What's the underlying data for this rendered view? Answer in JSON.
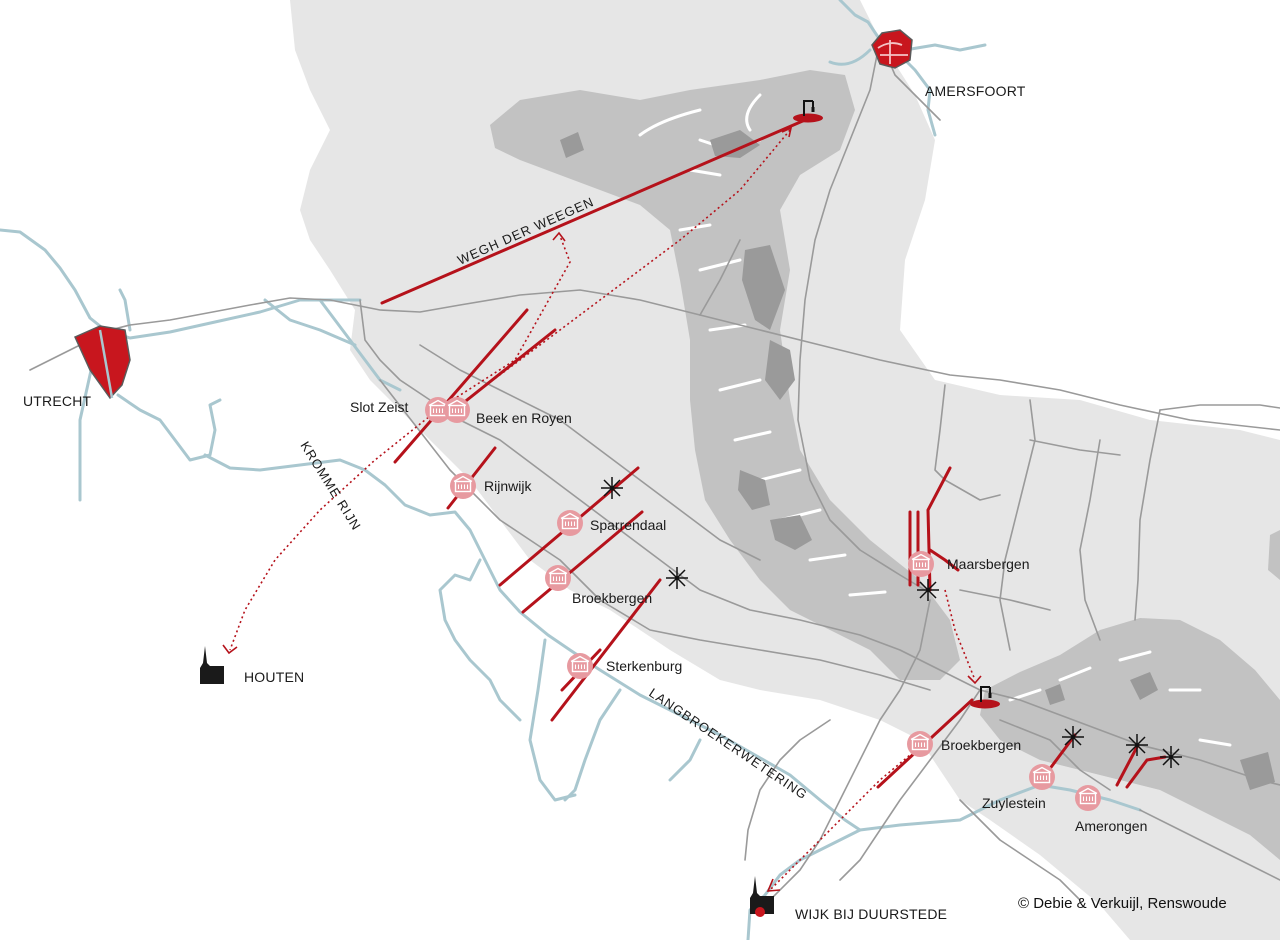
{
  "colors": {
    "background": "#ffffff",
    "plateau": "#e6e6e6",
    "ridge": "#c2c2c2",
    "ridge_dark": "#9a9a9a",
    "water": "#a9c7cf",
    "road": "#9a9a9a",
    "axis_red": "#b5121b",
    "estate_badge": "#e79aa0",
    "city_fill": "#c8161e",
    "church": "#1a1a1a"
  },
  "map": {
    "cities": {
      "amersfoort": "AMERSFOORT",
      "utrecht": "UTRECHT",
      "houten": "HOUTEN",
      "wijk_bij_duurstede": "WIJK BIJ DUURSTEDE"
    },
    "roads": {
      "wegh_der_weegen": "WEGH DER WEEGEN"
    },
    "waterways": {
      "kromme_rijn": "KROMME RIJN",
      "langbroekerwetering": "LANGBROEKERWETERING"
    },
    "estates": [
      {
        "id": "slot-zeist",
        "label": "Slot Zeist"
      },
      {
        "id": "beek-en-royen",
        "label": "Beek en Royen"
      },
      {
        "id": "rijnwijk",
        "label": "Rijnwijk"
      },
      {
        "id": "sparrendaal",
        "label": "Sparrendaal"
      },
      {
        "id": "broekbergen-west",
        "label": "Broekbergen"
      },
      {
        "id": "sterkenburg",
        "label": "Sterkenburg"
      },
      {
        "id": "maarsbergen",
        "label": "Maarsbergen"
      },
      {
        "id": "broekbergen-east",
        "label": "Broekbergen"
      },
      {
        "id": "zuylestein",
        "label": "Zuylestein"
      },
      {
        "id": "amerongen",
        "label": "Amerongen"
      }
    ],
    "icons": {
      "estate": "estate-house-icon",
      "star": "radiating-lanes-star-icon",
      "gallows": "gallows-hill-icon",
      "church": "church-icon",
      "city": "walled-city-icon"
    }
  },
  "credit": "© Debie & Verkuijl, Renswoude"
}
